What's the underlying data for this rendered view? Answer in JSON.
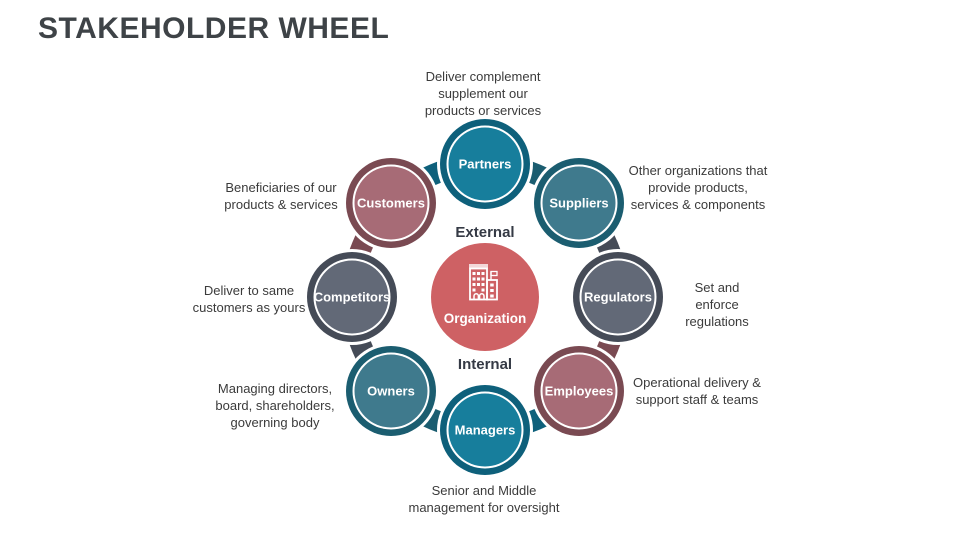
{
  "slide": {
    "title": "STAKEHOLDER WHEEL"
  },
  "center": {
    "label": "Organization",
    "icon": "building-icon",
    "fill_color": "#CE6164"
  },
  "zones": {
    "external_label": "External",
    "internal_label": "Internal"
  },
  "colors": {
    "background": "#ffffff",
    "title_text": "#3E4347",
    "body_text": "#3B3B3B",
    "zone_text": "#353A45",
    "teal_bright": "#177E9C",
    "teal_bright_dark": "#0E607B",
    "teal_muted": "#3F7A8D",
    "teal_muted_dark": "#1B5D70",
    "slate": "#626977",
    "slate_dark": "#454B57",
    "mauve": "#A76B76",
    "mauve_dark": "#7A4A52",
    "center_red": "#CE6164"
  },
  "wheel": {
    "nodes": [
      {
        "label": "Partners",
        "position": "top",
        "fill_color": "#177E9C",
        "ring_color": "#0E607B",
        "description": "Deliver complement supplement our products or services"
      },
      {
        "label": "Suppliers",
        "position": "top-right",
        "fill_color": "#3F7A8D",
        "ring_color": "#1B5D70",
        "description": "Other organizations that provide products, services & components"
      },
      {
        "label": "Regulators",
        "position": "right",
        "fill_color": "#626977",
        "ring_color": "#454B57",
        "description": "Set and enforce regulations"
      },
      {
        "label": "Employees",
        "position": "bottom-right",
        "fill_color": "#A76B76",
        "ring_color": "#7A4A52",
        "description": "Operational delivery & support staff & teams"
      },
      {
        "label": "Managers",
        "position": "bottom",
        "fill_color": "#177E9C",
        "ring_color": "#0E607B",
        "description": "Senior and Middle management for oversight"
      },
      {
        "label": "Owners",
        "position": "bottom-left",
        "fill_color": "#3F7A8D",
        "ring_color": "#1B5D70",
        "description": "Managing directors, board, shareholders, governing body"
      },
      {
        "label": "Competitors",
        "position": "left",
        "fill_color": "#626977",
        "ring_color": "#454B57",
        "description": "Deliver to same customers as yours"
      },
      {
        "label": "Customers",
        "position": "top-left",
        "fill_color": "#A76B76",
        "ring_color": "#7A4A52",
        "description": "Beneficiaries of our products & services"
      }
    ],
    "segments": [
      {
        "from": "Partners",
        "to": "Suppliers",
        "color": "#1B5D70"
      },
      {
        "from": "Suppliers",
        "to": "Regulators",
        "color": "#454B57"
      },
      {
        "from": "Regulators",
        "to": "Employees",
        "color": "#7A4A52"
      },
      {
        "from": "Employees",
        "to": "Managers",
        "color": "#0E607B"
      },
      {
        "from": "Managers",
        "to": "Owners",
        "color": "#1B5D70"
      },
      {
        "from": "Owners",
        "to": "Competitors",
        "color": "#454B57"
      },
      {
        "from": "Competitors",
        "to": "Customers",
        "color": "#7A4A52"
      },
      {
        "from": "Customers",
        "to": "Partners",
        "color": "#0E607B"
      }
    ]
  }
}
